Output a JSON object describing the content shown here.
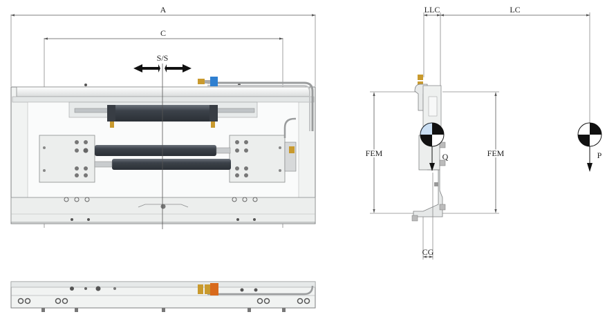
{
  "labels": {
    "dim_a": "A",
    "dim_c": "C",
    "side_shift": "S/S",
    "dim_llc": "LLC",
    "dim_lc": "LC",
    "fem_left": "FEM",
    "fem_right": "FEM",
    "load_q": "Q",
    "load_p": "P",
    "center_gravity": "CG"
  },
  "colors": {
    "frame": "#eef0ef",
    "frame_edge": "#7d7f80",
    "cylinder": "#4a5058",
    "brass": "#c99a2e",
    "blue_fitting": "#2f7fd0",
    "orange_fitting": "#d86a1c",
    "dimension_line": "#555555",
    "arrow": "#111111"
  }
}
